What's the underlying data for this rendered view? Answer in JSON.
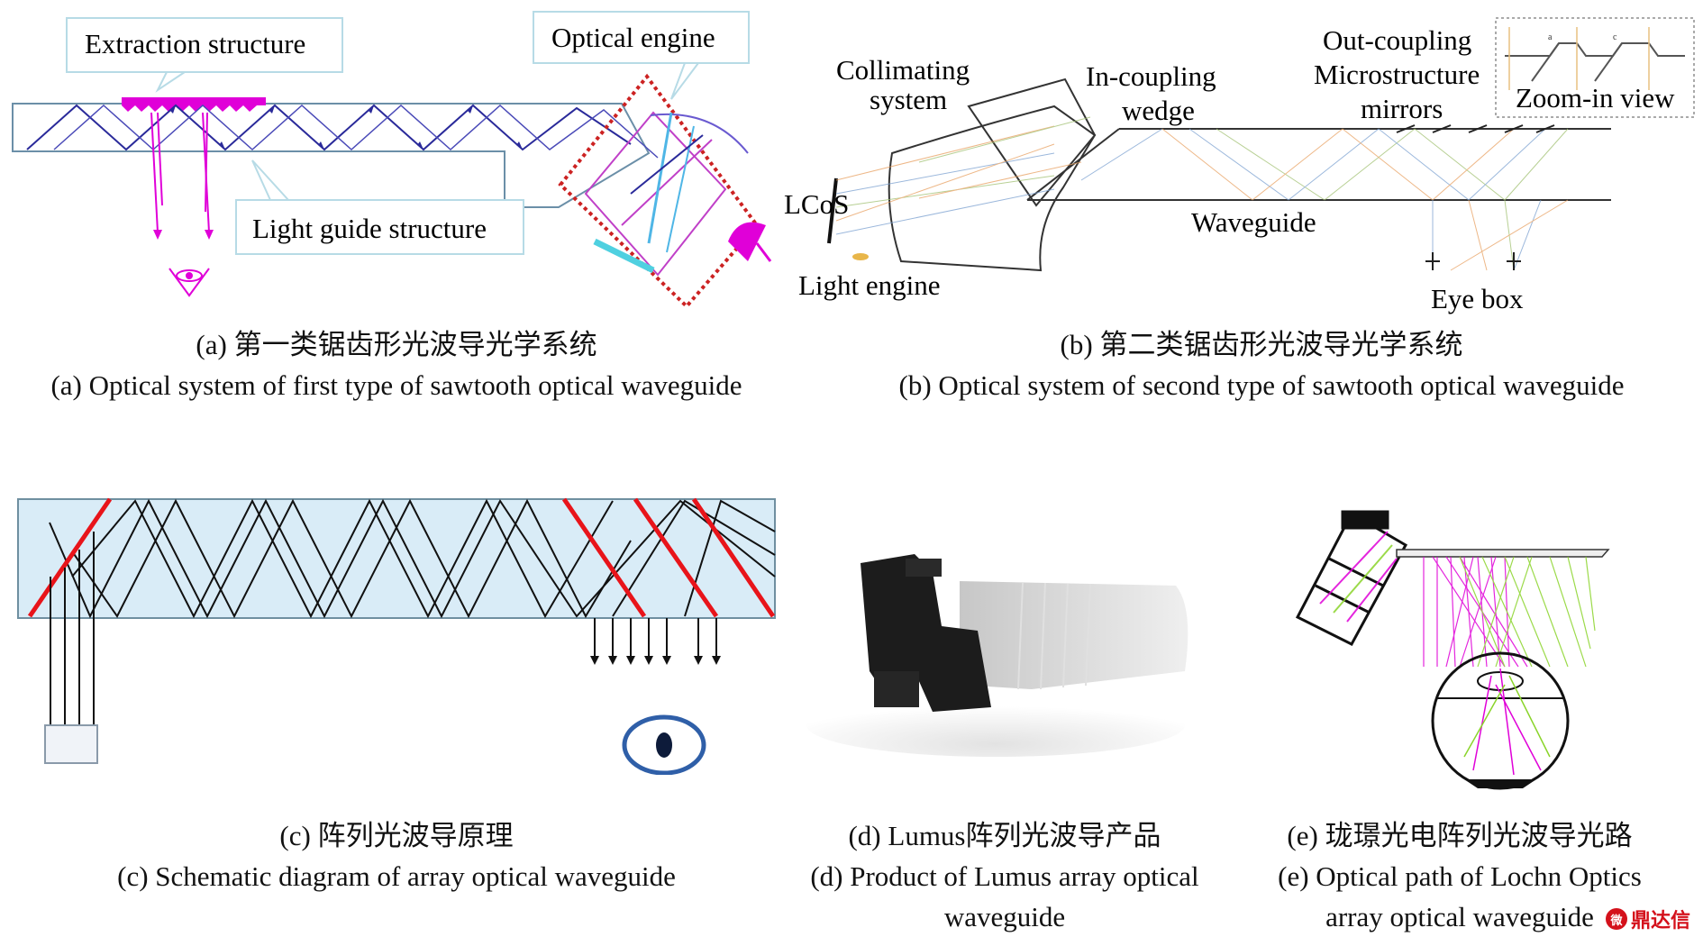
{
  "panel_a": {
    "labels": {
      "extraction": "Extraction structure",
      "optical_engine": "Optical engine",
      "light_guide": "Light guide structure"
    },
    "caption_cn": "(a) 第一类锯齿形光波导光学系统",
    "caption_en": "(a) Optical system of first type of sawtooth optical waveguide"
  },
  "panel_b": {
    "labels": {
      "collimating_1": "Collimating",
      "collimating_2": "system",
      "lcos": "LCoS",
      "light_engine": "Light engine",
      "incoupling_1": "In-coupling",
      "incoupling_2": "wedge",
      "outcoupling_1": "Out-coupling",
      "outcoupling_2": "Microstructure",
      "outcoupling_3": "mirrors",
      "zoom": "Zoom-in view",
      "waveguide": "Waveguide",
      "eyebox": "Eye box"
    },
    "caption_cn": "(b) 第二类锯齿形光波导光学系统",
    "caption_en": "(b) Optical system of second type of sawtooth optical waveguide"
  },
  "panel_c": {
    "caption_cn": "(c) 阵列光波导原理",
    "caption_en": "(c) Schematic diagram of array optical waveguide"
  },
  "panel_d": {
    "caption_cn": "(d) Lumus阵列光波导产品",
    "caption_en_1": "(d) Product of Lumus array optical",
    "caption_en_2": "waveguide"
  },
  "panel_e": {
    "caption_cn": "(e) 珑璟光电阵列光波导光路",
    "caption_en_1": "(e) Optical path of Lochn Optics",
    "caption_en_2": "array optical waveguide"
  },
  "watermark": {
    "logo": "微",
    "text": "鼎达信"
  },
  "colors": {
    "magenta": "#e000d8",
    "navy": "#2a2a9a",
    "red": "#e8141a",
    "green": "#8ad42a",
    "eye_blue": "#2f5fa8",
    "panel_blue": "#d9ecf7"
  }
}
